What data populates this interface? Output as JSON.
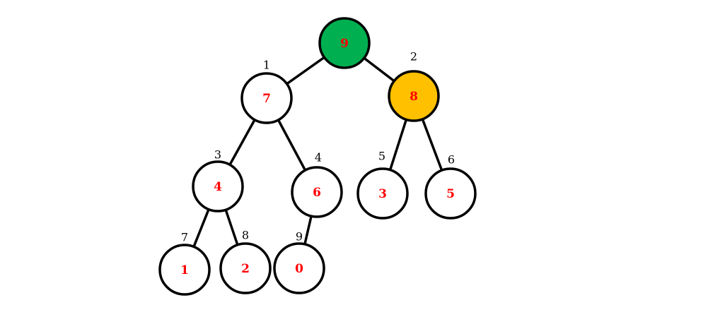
{
  "colors": {
    "root_fill": "#00b050",
    "highlight_fill": "#ffc000",
    "default_fill": "#ffffff",
    "value_text": "#ff0000",
    "stroke": "#000000"
  },
  "nodes": [
    {
      "id": "root",
      "value": "9",
      "index": "",
      "fill": "root"
    },
    {
      "id": "n1",
      "value": "7",
      "index": "1",
      "fill": "default"
    },
    {
      "id": "n2",
      "value": "8",
      "index": "2",
      "fill": "highlight"
    },
    {
      "id": "n3",
      "value": "4",
      "index": "3",
      "fill": "default"
    },
    {
      "id": "n4",
      "value": "6",
      "index": "4",
      "fill": "default"
    },
    {
      "id": "n5",
      "value": "3",
      "index": "5",
      "fill": "default"
    },
    {
      "id": "n6",
      "value": "5",
      "index": "6",
      "fill": "default"
    },
    {
      "id": "n7",
      "value": "1",
      "index": "7",
      "fill": "default"
    },
    {
      "id": "n8",
      "value": "2",
      "index": "8",
      "fill": "default"
    },
    {
      "id": "n9",
      "value": "0",
      "index": "9",
      "fill": "default"
    }
  ],
  "edges": [
    [
      "root",
      "n1"
    ],
    [
      "root",
      "n2"
    ],
    [
      "n1",
      "n3"
    ],
    [
      "n1",
      "n4"
    ],
    [
      "n2",
      "n5"
    ],
    [
      "n2",
      "n6"
    ],
    [
      "n3",
      "n7"
    ],
    [
      "n3",
      "n8"
    ],
    [
      "n4",
      "n9"
    ]
  ]
}
